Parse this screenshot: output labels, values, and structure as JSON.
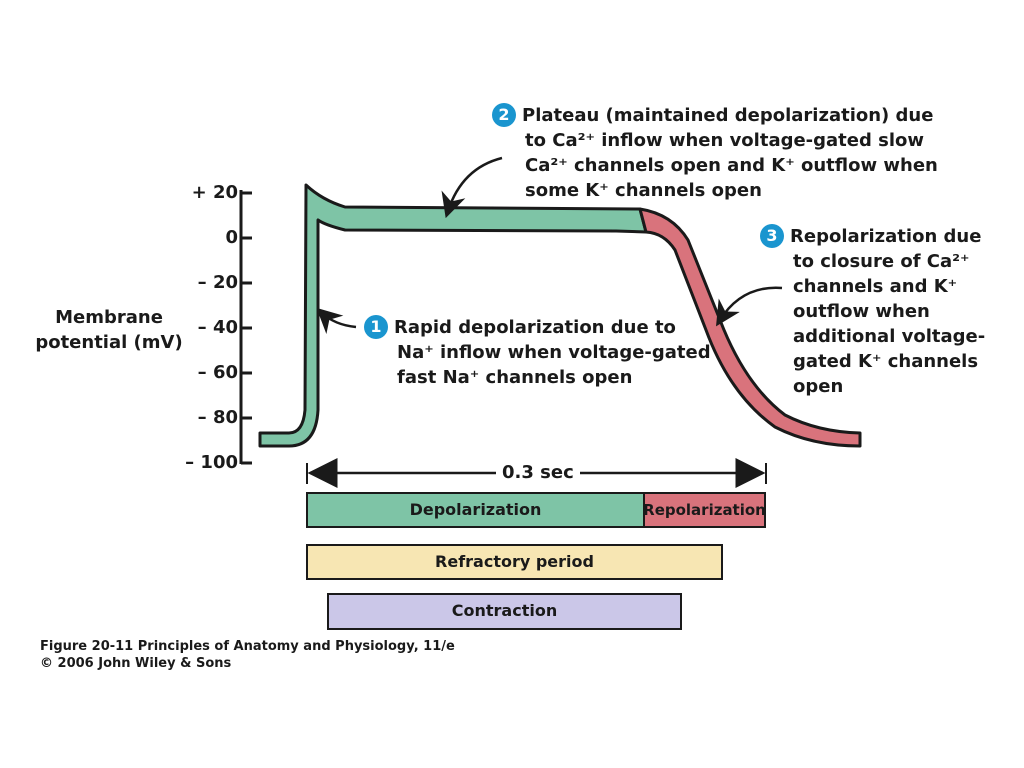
{
  "axis": {
    "title_line1": "Membrane",
    "title_line2": "potential (mV)",
    "ticks": [
      "+ 20",
      "0",
      "– 20",
      "– 40",
      "– 60",
      "– 80",
      "– 100"
    ]
  },
  "notes": {
    "n1": {
      "num": "1",
      "lines": [
        "Rapid depolarization due to",
        "Na⁺ inflow when voltage-gated",
        "fast Na⁺ channels open"
      ]
    },
    "n2": {
      "num": "2",
      "lines": [
        "Plateau (maintained depolarization) due",
        "to Ca²⁺ inflow when voltage-gated slow",
        "Ca²⁺ channels open and K⁺ outflow when",
        "some K⁺ channels open"
      ]
    },
    "n3": {
      "num": "3",
      "lines": [
        "Repolarization due",
        "to closure of Ca²⁺",
        "channels and K⁺",
        "outflow when",
        "additional voltage-",
        "gated K⁺ channels",
        "open"
      ]
    }
  },
  "duration_label": "0.3 sec",
  "bars": {
    "depolarization": "Depolarization",
    "repolarization": "Repolarization",
    "refractory": "Refractory period",
    "contraction": "Contraction"
  },
  "caption": {
    "line1": "Figure 20-11  Principles of Anatomy and Physiology, 11/e",
    "line2": "© 2006 John Wiley & Sons"
  },
  "colors": {
    "depolarization": "#7ec4a6",
    "repolarization": "#d9737c",
    "refractory": "#f7e6b3",
    "contraction": "#cbc7e8",
    "number_badge": "#1a95cf"
  }
}
